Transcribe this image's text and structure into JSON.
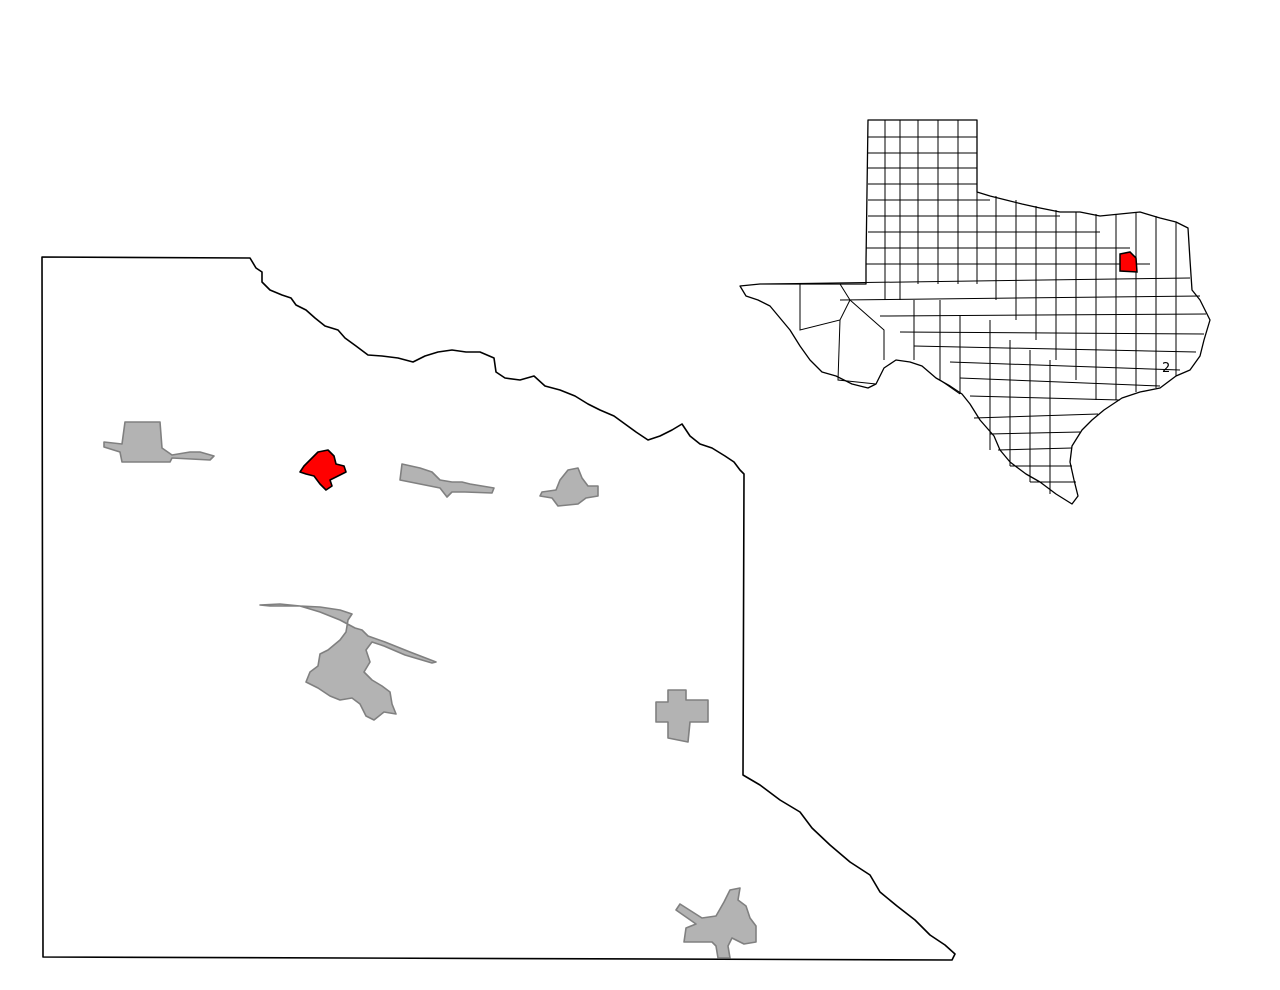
{
  "map": {
    "colors": {
      "highlight_fill": "#ff0000",
      "highlight_stroke": "#000000",
      "other_place_fill": "#b3b3b3",
      "other_place_stroke": "#808080",
      "boundary_stroke": "#000000",
      "background": "#ffffff"
    },
    "county_map": {
      "places": [
        {
          "id": "place-west",
          "highlighted": false
        },
        {
          "id": "place-highlighted",
          "highlighted": true
        },
        {
          "id": "place-north-center",
          "highlighted": false
        },
        {
          "id": "place-northeast",
          "highlighted": false
        },
        {
          "id": "place-central",
          "highlighted": false
        },
        {
          "id": "place-east",
          "highlighted": false
        },
        {
          "id": "place-south",
          "highlighted": false
        }
      ]
    },
    "locator_map": {
      "highlighted_county": true,
      "label": "2"
    }
  }
}
